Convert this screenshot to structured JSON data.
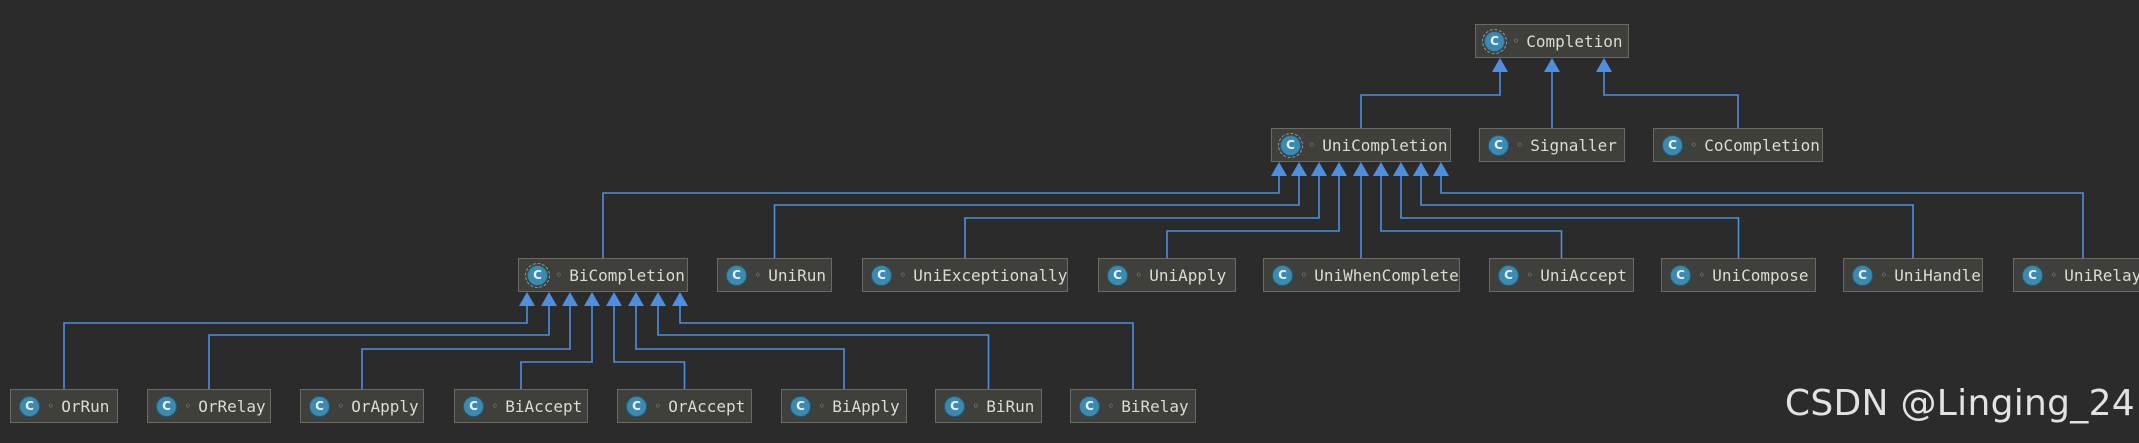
{
  "diagram": {
    "edge_color": "#4f8fe0",
    "node_bg": "#3f3f3b",
    "nodes": [
      {
        "id": "completion",
        "label": "Completion",
        "abstract": true
      },
      {
        "id": "unicompletion",
        "label": "UniCompletion",
        "abstract": true,
        "parent": "completion"
      },
      {
        "id": "signaller",
        "label": "Signaller",
        "abstract": false,
        "parent": "completion"
      },
      {
        "id": "cocompletion",
        "label": "CoCompletion",
        "abstract": false,
        "parent": "completion"
      },
      {
        "id": "bicompletion",
        "label": "BiCompletion",
        "abstract": true,
        "parent": "unicompletion"
      },
      {
        "id": "unirun",
        "label": "UniRun",
        "abstract": false,
        "parent": "unicompletion"
      },
      {
        "id": "uniexceptionally",
        "label": "UniExceptionally",
        "abstract": false,
        "parent": "unicompletion"
      },
      {
        "id": "uniapply",
        "label": "UniApply",
        "abstract": false,
        "parent": "unicompletion"
      },
      {
        "id": "uniwhencomplete",
        "label": "UniWhenComplete",
        "abstract": false,
        "parent": "unicompletion"
      },
      {
        "id": "uniaccept",
        "label": "UniAccept",
        "abstract": false,
        "parent": "unicompletion"
      },
      {
        "id": "unicompose",
        "label": "UniCompose",
        "abstract": false,
        "parent": "unicompletion"
      },
      {
        "id": "unihandle",
        "label": "UniHandle",
        "abstract": false,
        "parent": "unicompletion"
      },
      {
        "id": "unirelay",
        "label": "UniRelay",
        "abstract": false,
        "parent": "unicompletion"
      },
      {
        "id": "orrun",
        "label": "OrRun",
        "abstract": false,
        "parent": "bicompletion"
      },
      {
        "id": "orrelay",
        "label": "OrRelay",
        "abstract": false,
        "parent": "bicompletion"
      },
      {
        "id": "orapply",
        "label": "OrApply",
        "abstract": false,
        "parent": "bicompletion"
      },
      {
        "id": "biaccept",
        "label": "BiAccept",
        "abstract": false,
        "parent": "bicompletion"
      },
      {
        "id": "oraccept",
        "label": "OrAccept",
        "abstract": false,
        "parent": "bicompletion"
      },
      {
        "id": "biapply",
        "label": "BiApply",
        "abstract": false,
        "parent": "bicompletion"
      },
      {
        "id": "birun",
        "label": "BiRun",
        "abstract": false,
        "parent": "bicompletion"
      },
      {
        "id": "birelay",
        "label": "BiRelay",
        "abstract": false,
        "parent": "bicompletion"
      }
    ]
  },
  "icon_letter": "C",
  "visibility_glyph": "◦",
  "watermark": "CSDN @Linging_24"
}
